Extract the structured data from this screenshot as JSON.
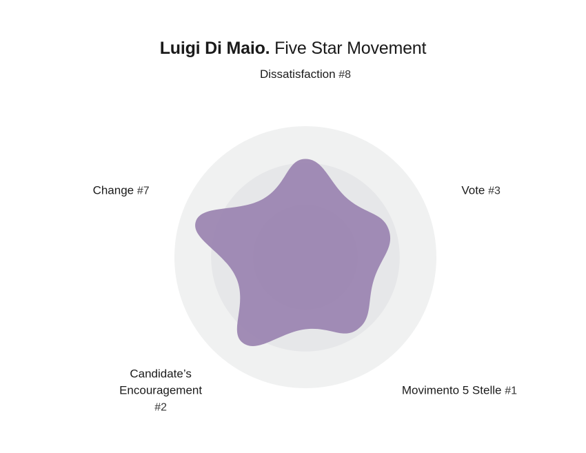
{
  "header": {
    "name": "Luigi Di Maio.",
    "party": "Five Star Movement"
  },
  "chart_data": {
    "type": "radar",
    "title": "Luigi Di Maio. Five Star Movement",
    "rings": 3,
    "ylim": [
      0,
      1
    ],
    "grid": true,
    "shape_color": "#9a83b0",
    "ring_colors": [
      "#f0f1f1",
      "#e6e7e9",
      "#d9dadc"
    ],
    "axes": [
      {
        "label": "Dissatisfaction",
        "rank": "#8",
        "value": 0.75
      },
      {
        "label": "Vote",
        "rank": "#3",
        "value": 0.67
      },
      {
        "label": "Movimento 5 Stelle",
        "rank": "#1",
        "value": 0.68
      },
      {
        "label": "Candidate’s Encouragement",
        "label_lines": [
          "Candidate’s",
          "Encouragement"
        ],
        "rank": "#2",
        "value": 0.81
      },
      {
        "label": "Change",
        "rank": "#7",
        "value": 0.88
      }
    ]
  }
}
